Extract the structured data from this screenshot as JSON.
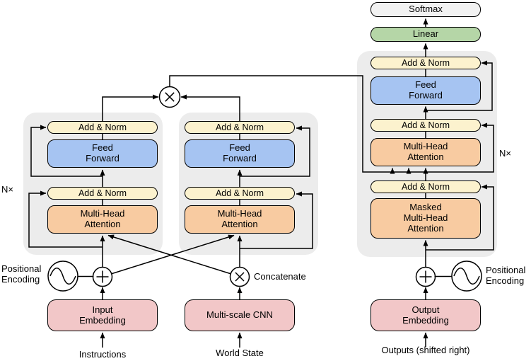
{
  "title": "Transformer-style sequence-to-action architecture diagram",
  "labels": {
    "softmax": "Softmax",
    "linear": "Linear",
    "add_norm": "Add & Norm",
    "feed_forward": "Feed\nForward",
    "multi_head_attention": "Multi-Head\nAttention",
    "masked_multi_head_attention": "Masked\nMulti-Head\nAttention",
    "input_embedding": "Input\nEmbedding",
    "multi_scale_cnn": "Multi-scale CNN",
    "output_embedding": "Output\nEmbedding",
    "instructions": "Instructions",
    "world_state": "World State",
    "outputs_shifted_right": "Outputs (shifted right)",
    "positional_encoding": "Positional\nEncoding",
    "concatenate": "Concatenate",
    "n_times": "N×"
  },
  "icons": {
    "positional_encoding": "sine-wave-circle-icon",
    "add": "plus-circle-icon",
    "multiply": "times-circle-icon"
  },
  "colors": {
    "add_norm_fill": "#FCF2CE",
    "feed_forward_fill": "#A6C4F2",
    "attention_fill": "#F8CBA1",
    "embedding_fill": "#F2C7C8",
    "linear_fill": "#B5D6A7",
    "softmax_fill": "#F2F2F2",
    "stack_background": "#ECECEC",
    "line": "#000000"
  }
}
